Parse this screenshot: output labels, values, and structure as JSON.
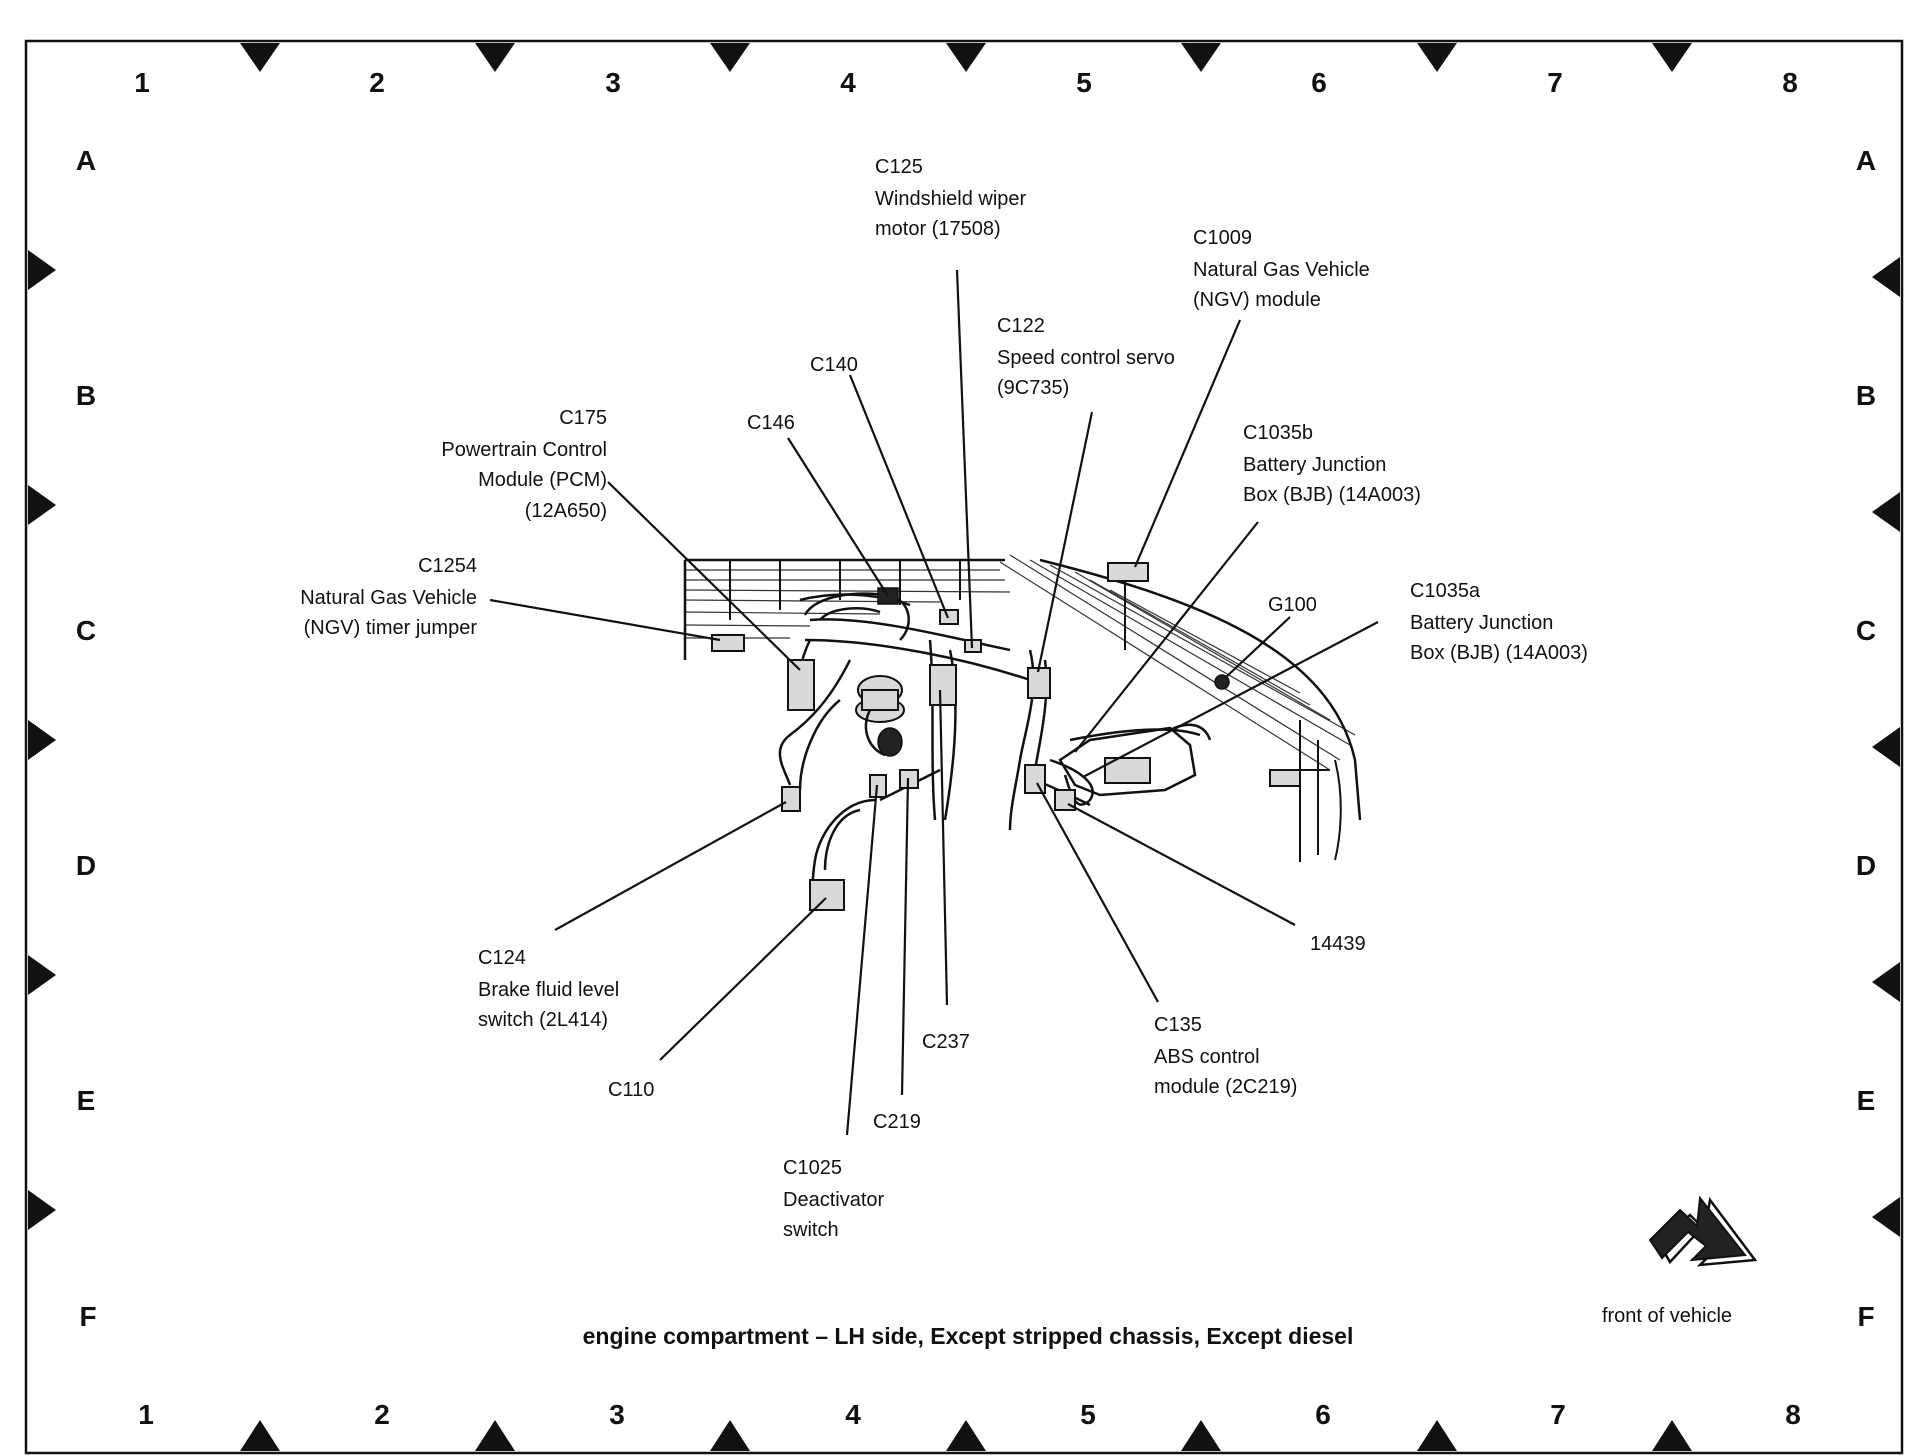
{
  "diagram": {
    "title": "engine compartment – LH side, Except stripped chassis, Except diesel",
    "orientation_label": "front of vehicle",
    "columns": [
      "1",
      "2",
      "3",
      "4",
      "5",
      "6",
      "7",
      "8"
    ],
    "rows": [
      "A",
      "B",
      "C",
      "D",
      "E",
      "F"
    ],
    "callouts": [
      {
        "id": "c125",
        "lines": [
          "C125",
          "Windshield wiper",
          "motor (17508)"
        ]
      },
      {
        "id": "c1009",
        "lines": [
          "C1009",
          "Natural Gas Vehicle",
          "(NGV) module"
        ]
      },
      {
        "id": "c122",
        "lines": [
          "C122",
          "Speed control servo",
          "(9C735)"
        ]
      },
      {
        "id": "c140",
        "lines": [
          "C140"
        ]
      },
      {
        "id": "c146",
        "lines": [
          "C146"
        ]
      },
      {
        "id": "c175",
        "lines": [
          "C175",
          "Powertrain Control",
          "Module (PCM)",
          "(12A650)"
        ]
      },
      {
        "id": "c1035b",
        "lines": [
          "C1035b",
          "Battery Junction",
          "Box (BJB) (14A003)"
        ]
      },
      {
        "id": "c1254",
        "lines": [
          "C1254",
          "Natural Gas Vehicle",
          "(NGV) timer jumper"
        ]
      },
      {
        "id": "g100",
        "lines": [
          "G100"
        ]
      },
      {
        "id": "c1035a",
        "lines": [
          "C1035a",
          "Battery Junction",
          "Box (BJB) (14A003)"
        ]
      },
      {
        "id": "c124",
        "lines": [
          "C124",
          "Brake fluid level",
          "switch (2L414)"
        ]
      },
      {
        "id": "p14439",
        "lines": [
          "14439"
        ]
      },
      {
        "id": "c237",
        "lines": [
          "C237"
        ]
      },
      {
        "id": "c135",
        "lines": [
          "C135",
          "ABS control",
          "module (2C219)"
        ]
      },
      {
        "id": "c110",
        "lines": [
          "C110"
        ]
      },
      {
        "id": "c219",
        "lines": [
          "C219"
        ]
      },
      {
        "id": "c1025",
        "lines": [
          "C1025",
          "Deactivator",
          "switch"
        ]
      }
    ]
  }
}
